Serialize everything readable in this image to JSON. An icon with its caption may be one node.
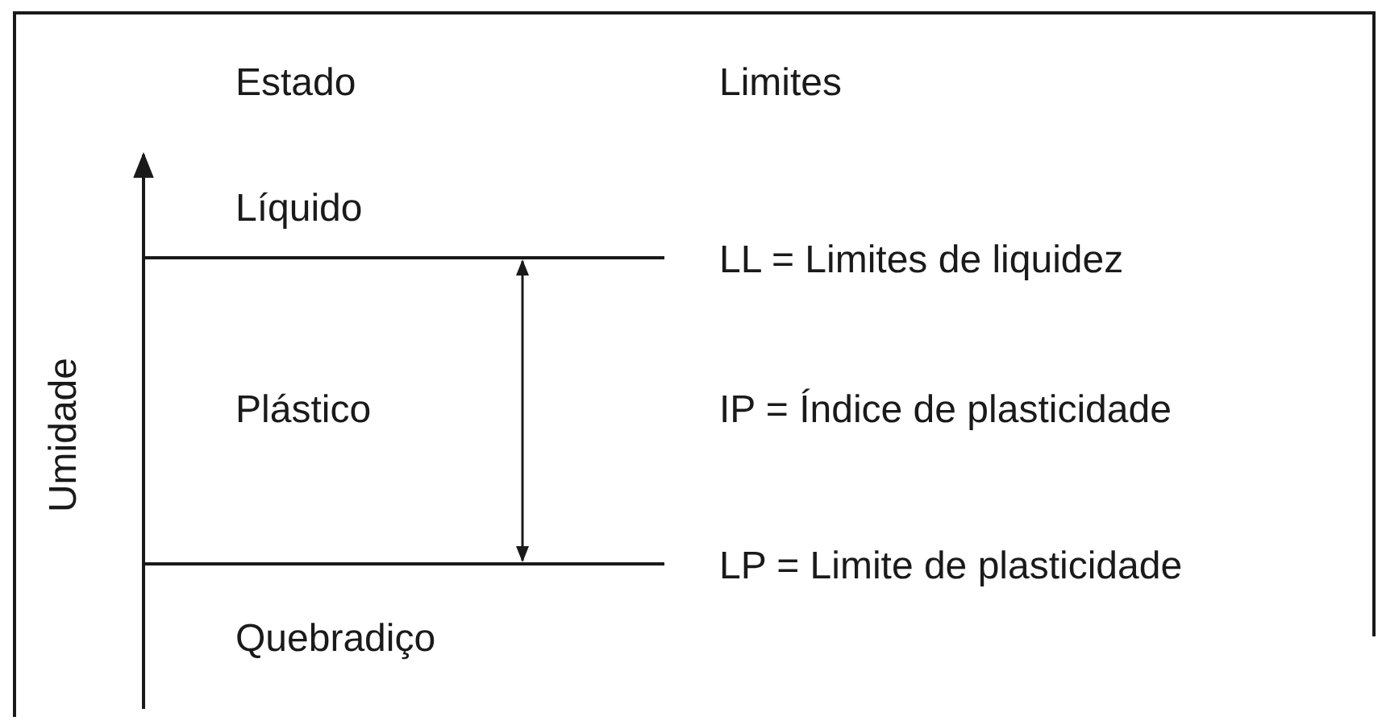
{
  "diagram": {
    "labels": [
      "Estado",
      "Limites",
      "Líquido",
      "LL = Limites de liquidez",
      "Umidade",
      "Plástico",
      "IP = Índice de plasticidade",
      "LP = Limite de plasticidade",
      "Quebradiço"
    ]
  }
}
